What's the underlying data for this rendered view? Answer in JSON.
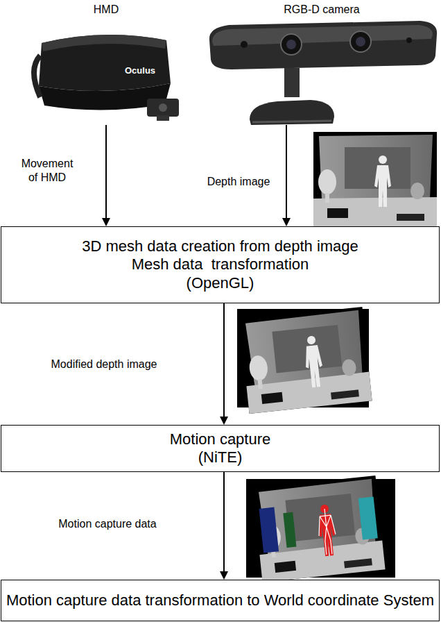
{
  "diagram": {
    "nodes": [
      {
        "text": [
          "HMD"
        ]
      },
      {
        "text": [
          "RGB-D camera"
        ]
      },
      {
        "text": [
          "3D mesh data creation from depth image",
          "Mesh data  transformation",
          "(OpenGL)"
        ]
      },
      {
        "text": [
          "Motion capture",
          "(NiTE)"
        ]
      },
      {
        "text": [
          "Motion capture data transformation to World coordinate System"
        ]
      }
    ],
    "edges": [
      {
        "from": 0,
        "to": 2,
        "arrow": "to",
        "label": "Movement of HMD"
      },
      {
        "from": 1,
        "to": 2,
        "arrow": "to",
        "label": "Depth image"
      },
      {
        "from": 2,
        "to": 3,
        "arrow": "to",
        "label": "Modified depth image"
      },
      {
        "from": 3,
        "to": 4,
        "arrow": "to",
        "label": "Motion capture data"
      }
    ],
    "labels": [
      "Oculus"
    ]
  }
}
